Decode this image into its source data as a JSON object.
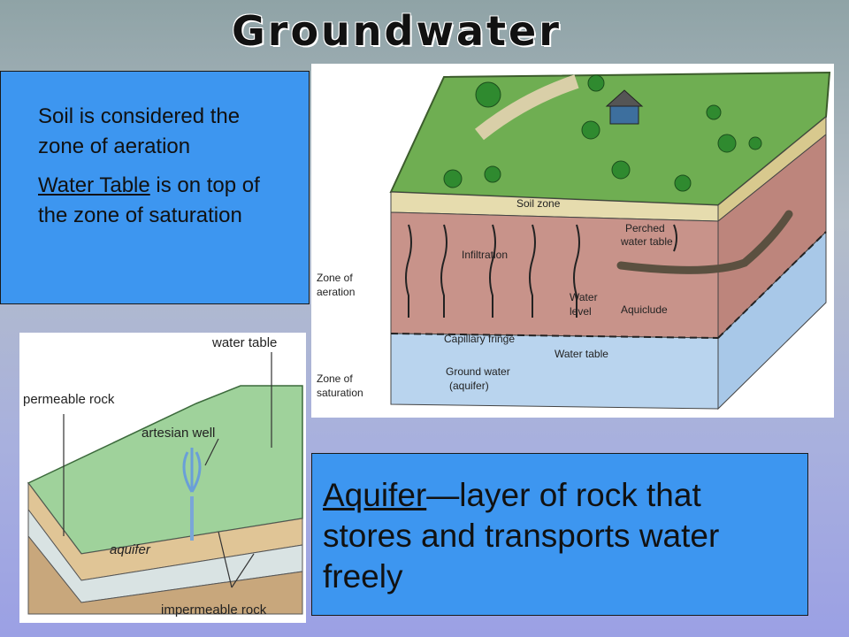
{
  "title": "Groundwater",
  "box_top": {
    "line1": "Soil is considered the zone of aeration",
    "term": "Water Table",
    "line2_rest": " is on top of the zone of saturation"
  },
  "box_bottom": {
    "term": "Aquifer",
    "rest": "—layer of rock that stores and transports water freely"
  },
  "diagram_top": {
    "labels": {
      "soil_zone": "Soil zone",
      "infiltration": "Infiltration",
      "perched_1": "Perched",
      "perched_2": "water table",
      "zone_aeration_1": "Zone of",
      "zone_aeration_2": "aeration",
      "water_level_1": "Water",
      "water_level_2": "level",
      "aquiclude": "Aquiclude",
      "capillary": "Capillary fringe",
      "water_table": "Water table",
      "zone_saturation_1": "Zone of",
      "zone_saturation_2": "saturation",
      "ground_water_1": "Ground water",
      "ground_water_2": "(aquifer)"
    }
  },
  "diagram_bottom": {
    "labels": {
      "water_table": "water table",
      "permeable_rock": "permeable rock",
      "artesian_well": "artesian well",
      "aquifer": "aquifer",
      "impermeable_rock": "impermeable rock"
    }
  }
}
